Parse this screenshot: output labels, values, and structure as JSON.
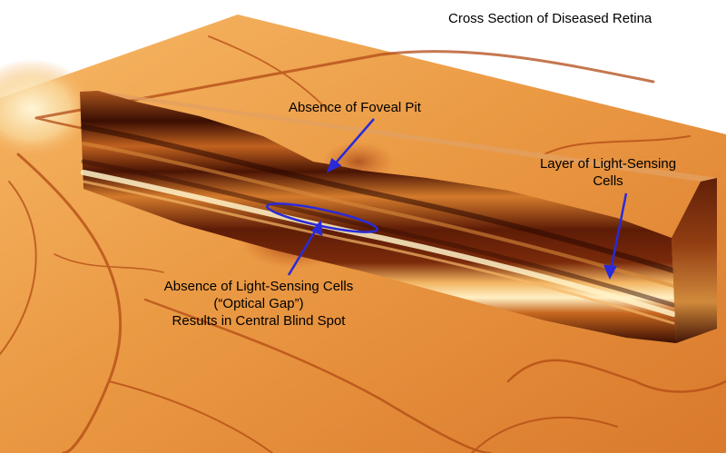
{
  "title": "Cross Section of Diseased Retina",
  "annotations": {
    "foveal_pit": "Absence of Foveal Pit",
    "light_layer": {
      "line1": "Layer of Light-Sensing",
      "line2": "Cells"
    },
    "optical_gap": {
      "line1": "Absence of Light-Sensing Cells",
      "line2": "(“Optical Gap”)",
      "line3": "Results in Central Blind Spot"
    }
  },
  "colors": {
    "background": "#ffffff",
    "retina_light": "#f4a64a",
    "retina_mid": "#d9782a",
    "retina_dark": "#5a1a06",
    "arrow": "#2a2ad8",
    "text": "#000000"
  }
}
